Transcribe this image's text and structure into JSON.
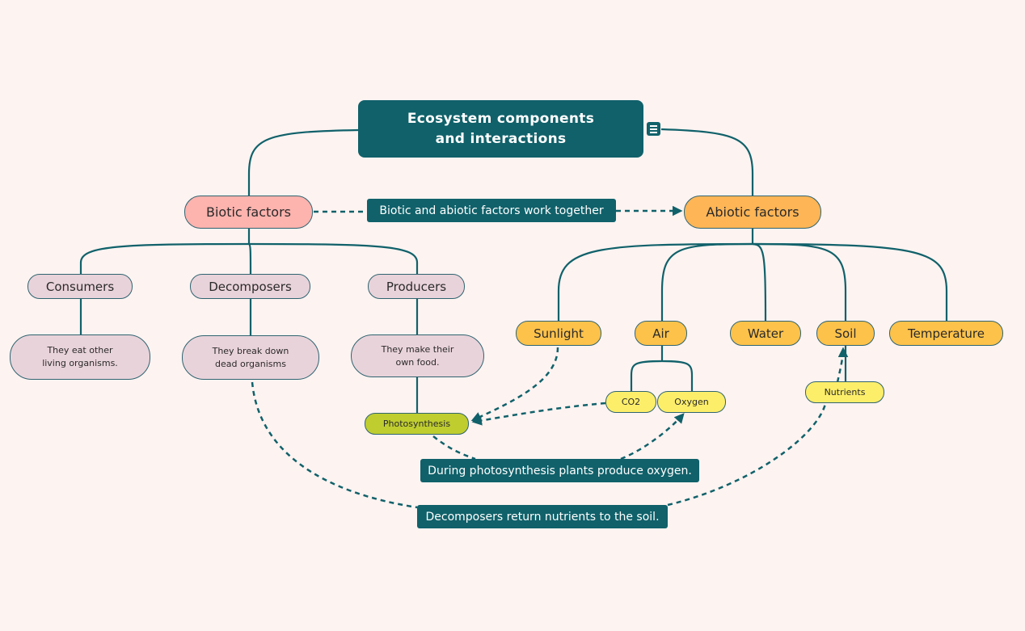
{
  "central": {
    "title": "Ecosystem components and interactions",
    "notes_icon": "notes-icon"
  },
  "colors": {
    "background": "#fdf3f1",
    "primary": "#10616a",
    "biotic": "#fdb3ae",
    "abiotic": "#fdb556",
    "biotic_child": "#e9d3da",
    "abiotic_child": "#fdc24a",
    "leaf_yellow": "#fdee6a",
    "photosynthesis": "#bfcd2f"
  },
  "biotic": {
    "label": "Biotic factors",
    "children": [
      {
        "label": "Consumers",
        "description": "They eat other\nliving organisms."
      },
      {
        "label": "Decomposers",
        "description": "They break down\ndead organisms"
      },
      {
        "label": "Producers",
        "description": "They make their\nown food.",
        "sub": "Photosynthesis"
      }
    ]
  },
  "abiotic": {
    "label": "Abiotic factors",
    "children": [
      {
        "label": "Sunlight"
      },
      {
        "label": "Air",
        "sub": [
          "CO2",
          "Oxygen"
        ]
      },
      {
        "label": "Water"
      },
      {
        "label": "Soil",
        "sub": [
          "Nutrients"
        ]
      },
      {
        "label": "Temperature"
      }
    ]
  },
  "relationships": {
    "biotic_abiotic": "Biotic and abiotic factors work together",
    "photosynthesis_oxygen": "During photosynthesis plants produce oxygen.",
    "decomposers_nutrients": "Decomposers return nutrients to the soil."
  }
}
